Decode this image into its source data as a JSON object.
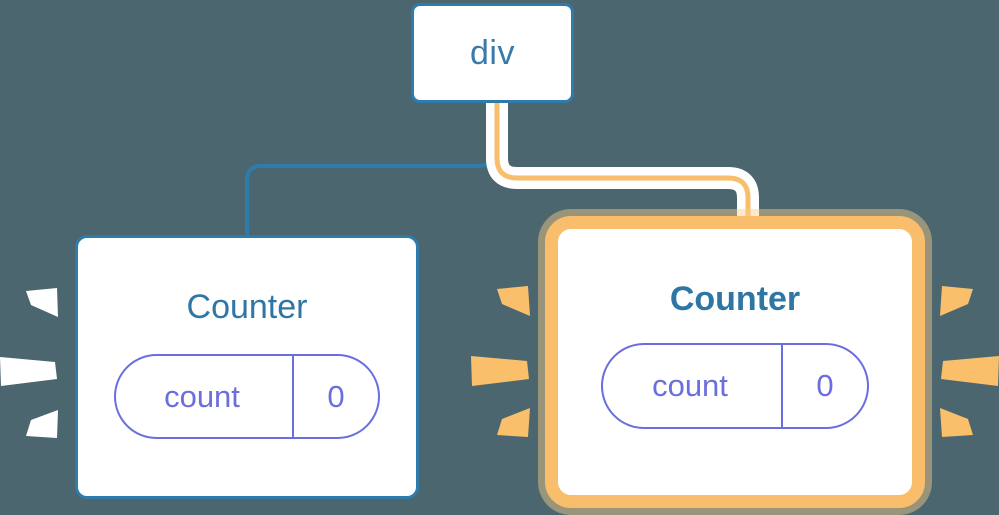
{
  "diagram": {
    "title": "component-tree-rerender-diagram",
    "background_color": "#4c6670",
    "nodes": [
      {
        "id": "root",
        "label": "div",
        "type": "element-node",
        "highlighted": false,
        "border_color": "#2f7cab",
        "text_color": "#3a7aa8"
      },
      {
        "id": "counter-left",
        "label": "Counter",
        "type": "component-node",
        "highlighted": false,
        "bold": false,
        "border_color": "#2f7cab",
        "text_color": "#2f76a5",
        "state": {
          "key": "count",
          "value": "0"
        },
        "state_color": "#6b6ede",
        "sparkle_color": "#ffffff"
      },
      {
        "id": "counter-right",
        "label": "Counter",
        "type": "component-node",
        "highlighted": true,
        "bold": true,
        "border_color": "#f9be6c",
        "glow_color": "#fbcd89",
        "text_color": "#2f76a5",
        "state": {
          "key": "count",
          "value": "0"
        },
        "state_color": "#6b6ede",
        "sparkle_color": "#f9bf6b"
      }
    ],
    "edges": [
      {
        "id": "edge-root-left",
        "from": "root",
        "to": "counter-left",
        "color": "#2f7cab",
        "highlighted": false
      },
      {
        "id": "edge-root-right",
        "from": "root",
        "to": "counter-right",
        "color": "#f9be6c",
        "halo_color": "#ffffff",
        "highlighted": true
      }
    ]
  }
}
